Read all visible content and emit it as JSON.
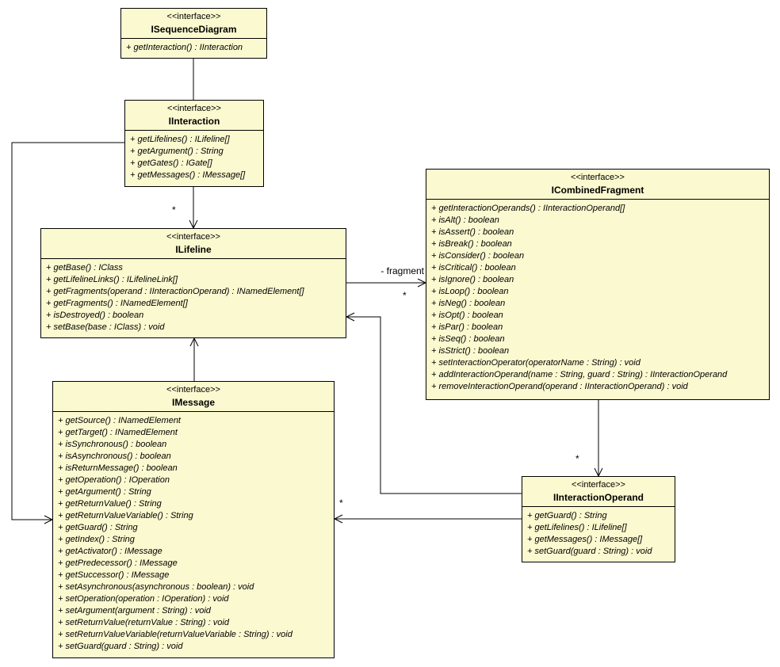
{
  "classes": [
    {
      "stereotype": "<<interface>>",
      "name": "ISequenceDiagram",
      "methods": [
        "+ getInteraction() : IInteraction"
      ]
    },
    {
      "stereotype": "<<interface>>",
      "name": "IInteraction",
      "methods": [
        "+ getLifelines() : ILifeline[]",
        "+ getArgument() : String",
        "+ getGates() : IGate[]",
        "+ getMessages() : IMessage[]"
      ]
    },
    {
      "stereotype": "<<interface>>",
      "name": "ILifeline",
      "methods": [
        "+ getBase() : IClass",
        "+ getLifelineLinks() : ILifelineLink[]",
        "+ getFragments(operand : IInteractionOperand) : INamedElement[]",
        "+ getFragments() : INamedElement[]",
        "+ isDestroyed() : boolean",
        "+ setBase(base : IClass) : void"
      ]
    },
    {
      "stereotype": "<<interface>>",
      "name": "ICombinedFragment",
      "methods": [
        "+ getInteractionOperands() : IInteractionOperand[]",
        "+ isAlt() : boolean",
        "+ isAssert() : boolean",
        "+ isBreak() : boolean",
        "+ isConsider() : boolean",
        "+ isCritical() : boolean",
        "+ isIgnore() : boolean",
        "+ isLoop() : boolean",
        "+ isNeg() : boolean",
        "+ isOpt() : boolean",
        "+ isPar() : boolean",
        "+ isSeq() : boolean",
        "+ isStrict() : boolean",
        "+ setInteractionOperator(operatorName : String) : void",
        "+ addInteractionOperand(name : String, guard : String) : IInteractionOperand",
        "+ removeInteractionOperand(operand : IInteractionOperand) : void"
      ]
    },
    {
      "stereotype": "<<interface>>",
      "name": "IMessage",
      "methods": [
        "+ getSource() : INamedElement",
        "+ getTarget() : INamedElement",
        "+ isSynchronous() : boolean",
        "+ isAsynchronous() : boolean",
        "+ isReturnMessage() : boolean",
        "+ getOperation() : IOperation",
        "+ getArgument() : String",
        "+ getReturnValue() : String",
        "+ getReturnValueVariable() : String",
        "+ getGuard() : String",
        "+ getIndex() : String",
        "+ getActivator() : IMessage",
        "+ getPredecessor() : IMessage",
        "+ getSuccessor() : IMessage",
        "+ setAsynchronous(asynchronous : boolean) : void",
        "+ setOperation(operation : IOperation) : void",
        "+ setArgument(argument : String) : void",
        "+ setReturnValue(returnValue : String) : void",
        "+ setReturnValueVariable(returnValueVariable : String) : void",
        "+ setGuard(guard : String) : void"
      ]
    },
    {
      "stereotype": "<<interface>>",
      "name": "IInteractionOperand",
      "methods": [
        "+ getGuard() : String",
        "+ getLifelines() : ILifeline[]",
        "+ getMessages() : IMessage[]",
        "+ setGuard(guard : String) : void"
      ]
    }
  ],
  "edge_labels": {
    "fragment_role": "- fragment",
    "mult_interaction_lifeline": "*",
    "mult_lifeline_fragment": "*",
    "mult_fragment_operand": "*",
    "mult_operand_message": "*"
  },
  "colors": {
    "class_fill": "#FBF9CF",
    "class_border": "#000000",
    "edge": "#000000",
    "text": "#000000",
    "canvas_bg": "#FFFFFF"
  }
}
